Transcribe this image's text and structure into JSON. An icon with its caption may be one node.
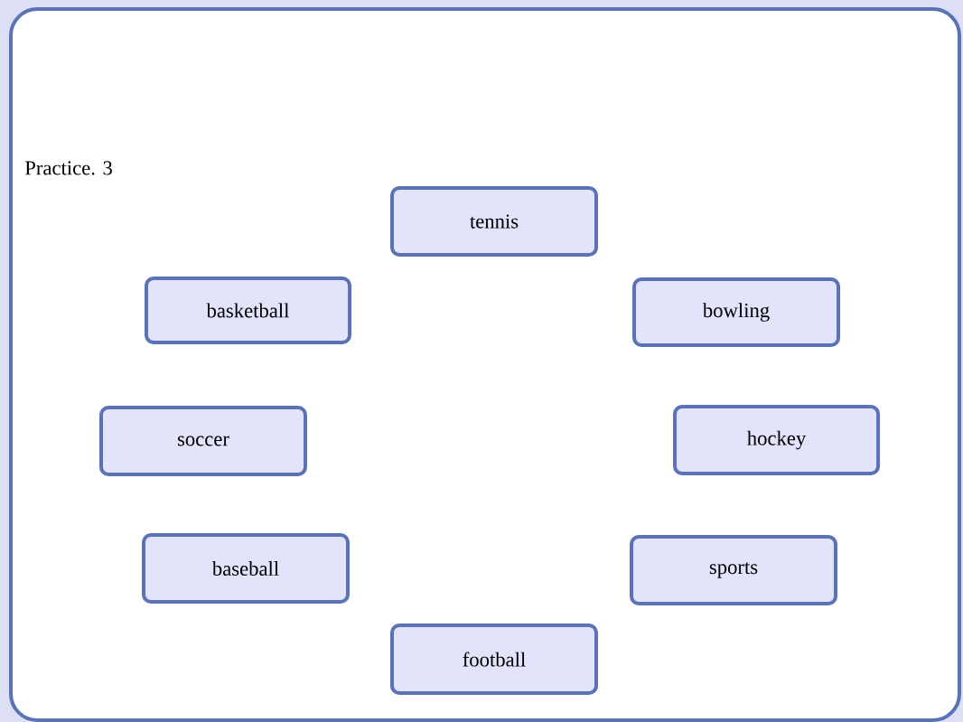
{
  "diagram": {
    "nodes": [
      {
        "text": [
          "Practice. 3"
        ]
      },
      {
        "text": [
          "tennis"
        ],
        "in": 0
      },
      {
        "text": [
          "basketball"
        ],
        "in": 0
      },
      {
        "text": [
          "bowling"
        ],
        "in": 0
      },
      {
        "text": [
          "soccer"
        ],
        "in": 0
      },
      {
        "text": [
          "hockey"
        ],
        "in": 0
      },
      {
        "text": [
          "baseball"
        ],
        "in": 0
      },
      {
        "text": [
          "sports"
        ],
        "in": 0
      },
      {
        "text": [
          "football"
        ],
        "in": 0
      }
    ]
  }
}
